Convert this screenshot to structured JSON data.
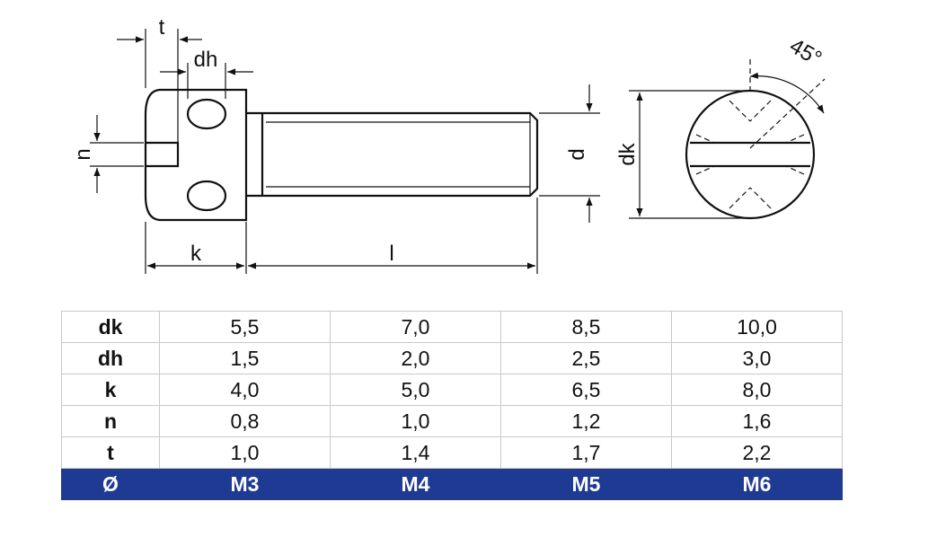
{
  "drawing": {
    "labels": {
      "t": "t",
      "dh": "dh",
      "n": "n",
      "k": "k",
      "l": "l",
      "d": "d",
      "dk": "dk",
      "angle": "45°"
    }
  },
  "table": {
    "rows": [
      {
        "label": "dk",
        "values": [
          "5,5",
          "7,0",
          "8,5",
          "10,0"
        ]
      },
      {
        "label": "dh",
        "values": [
          "1,5",
          "2,0",
          "2,5",
          "3,0"
        ]
      },
      {
        "label": "k",
        "values": [
          "4,0",
          "5,0",
          "6,5",
          "8,0"
        ]
      },
      {
        "label": "n",
        "values": [
          "0,8",
          "1,0",
          "1,2",
          "1,6"
        ]
      },
      {
        "label": "t",
        "values": [
          "1,0",
          "1,4",
          "1,7",
          "2,2"
        ]
      }
    ],
    "size_row": {
      "label": "Ø",
      "values": [
        "M3",
        "M4",
        "M5",
        "M6"
      ]
    },
    "header_color": "#1f3a93"
  }
}
